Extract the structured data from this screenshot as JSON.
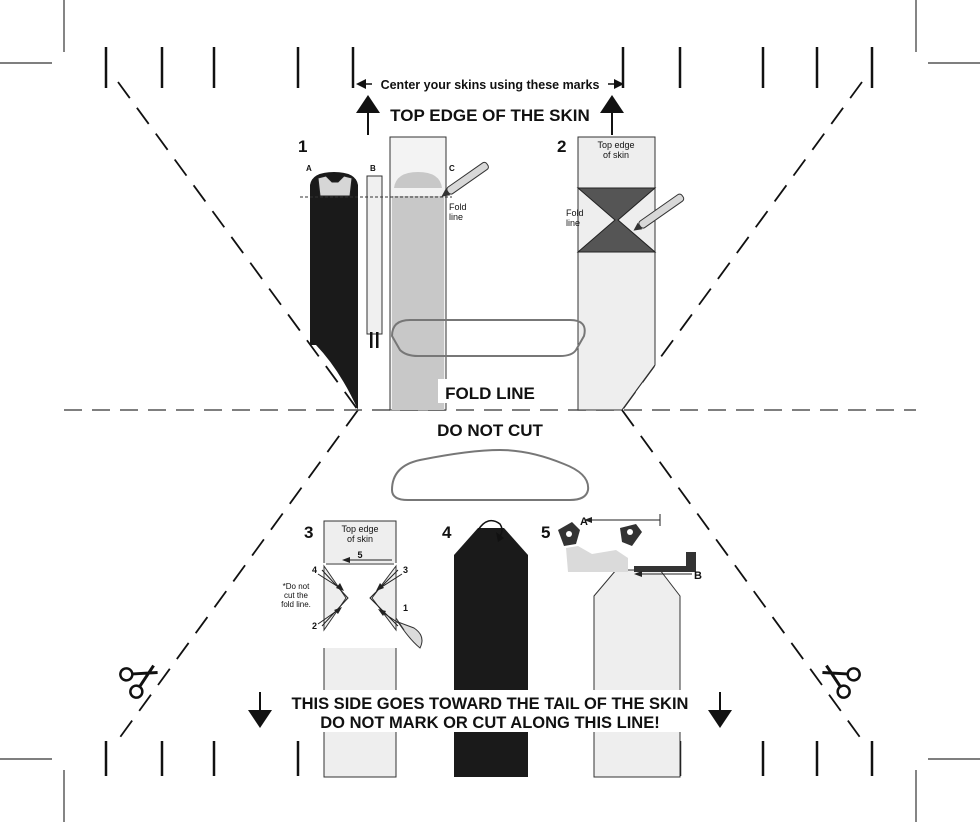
{
  "header": {
    "center_marks": "Center your skins using these marks",
    "top_edge": "TOP EDGE OF THE SKIN"
  },
  "steps": {
    "s1": {
      "number": "1",
      "label_a": "A",
      "label_b": "B",
      "label_c": "C",
      "fold_line_1": "Fold",
      "fold_line_2": "line"
    },
    "s2": {
      "number": "2",
      "top_edge_1": "Top edge",
      "top_edge_2": "of skin",
      "fold_line_1": "Fold",
      "fold_line_2": "line"
    },
    "s3": {
      "number": "3",
      "top_edge_1": "Top edge",
      "top_edge_2": "of skin",
      "note_1": "*Do not",
      "note_2": "cut the",
      "note_3": "fold line.",
      "cut_1": "1",
      "cut_2": "2",
      "cut_3": "3",
      "cut_4": "4",
      "cut_5": "5"
    },
    "s4": {
      "number": "4"
    },
    "s5": {
      "number": "5",
      "label_a": "A",
      "label_b": "B"
    }
  },
  "center": {
    "fold_line": "FOLD LINE",
    "do_not_cut": "DO NOT CUT"
  },
  "footer": {
    "tail_side": "THIS SIDE GOES TOWARD THE TAIL OF THE SKIN",
    "do_not_mark": "DO NOT MARK OR CUT ALONG THIS LINE!"
  },
  "icons": {
    "scissors_left": "scissors-icon",
    "scissors_right": "scissors-icon"
  }
}
